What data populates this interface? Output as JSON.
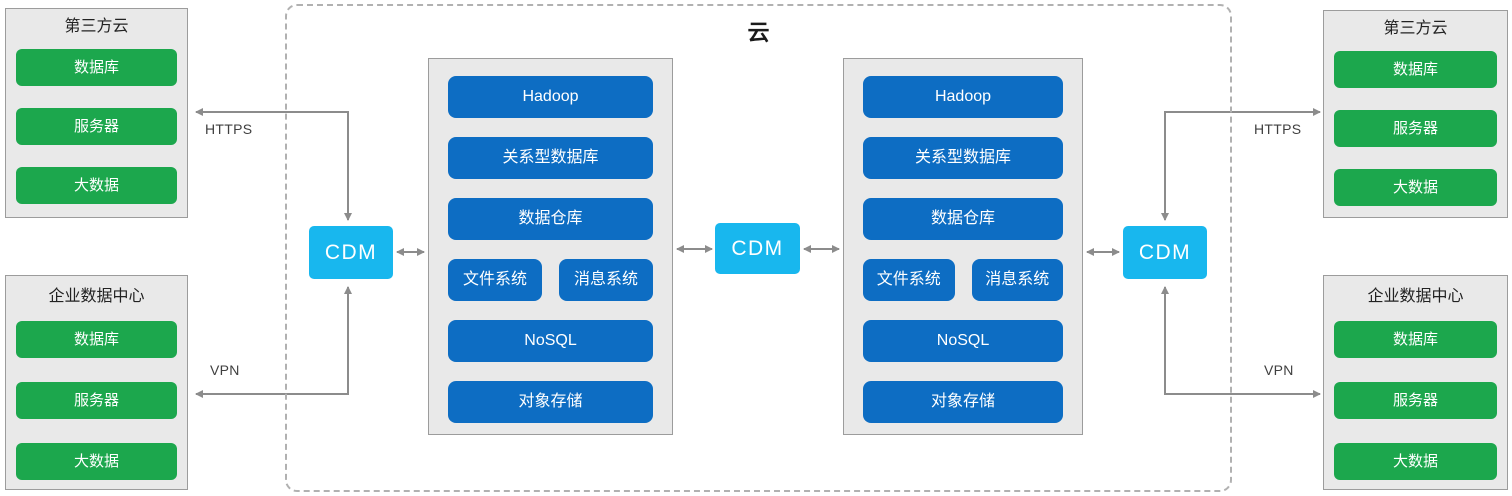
{
  "cloud": {
    "title": "云",
    "clusters": {
      "left": {
        "items": [
          "Hadoop",
          "关系型数据库",
          "数据仓库",
          "文件系统",
          "消息系统",
          "NoSQL",
          "对象存储"
        ]
      },
      "right": {
        "items": [
          "Hadoop",
          "关系型数据库",
          "数据仓库",
          "文件系统",
          "消息系统",
          "NoSQL",
          "对象存储"
        ]
      }
    }
  },
  "cdm": {
    "label": "CDM"
  },
  "external": {
    "top_left": {
      "title": "第三方云",
      "items": [
        "数据库",
        "服务器",
        "大数据"
      ]
    },
    "bottom_left": {
      "title": "企业数据中心",
      "items": [
        "数据库",
        "服务器",
        "大数据"
      ]
    },
    "top_right": {
      "title": "第三方云",
      "items": [
        "数据库",
        "服务器",
        "大数据"
      ]
    },
    "bottom_right": {
      "title": "企业数据中心",
      "items": [
        "数据库",
        "服务器",
        "大数据"
      ]
    }
  },
  "connections": {
    "left_https": "HTTPS",
    "left_vpn": "VPN",
    "right_https": "HTTPS",
    "right_vpn": "VPN"
  },
  "colors": {
    "green": "#1ca74d",
    "blue": "#0d6dc3",
    "cyan": "#18b7ee",
    "container_fill": "#e9e9e9",
    "container_border": "#9c9c9c",
    "arrow": "#8c8c8c",
    "dashed_border": "#b1b1b1"
  }
}
